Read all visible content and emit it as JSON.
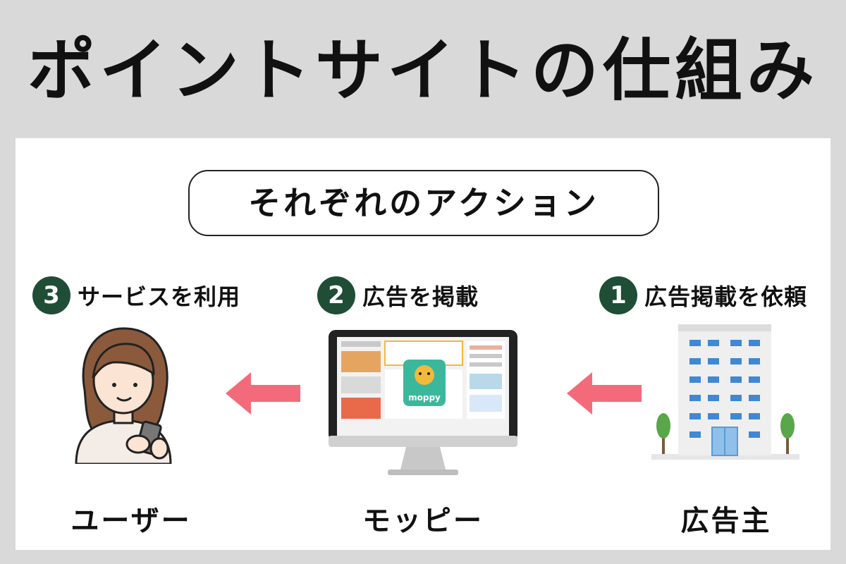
{
  "title": "ポイントサイトの仕組み",
  "subtitle": "それぞれのアクション",
  "steps": [
    {
      "number": "3",
      "label": "サービスを利用"
    },
    {
      "number": "2",
      "label": "広告を掲載"
    },
    {
      "number": "1",
      "label": "広告掲載を依頼"
    }
  ],
  "actors": {
    "user": "ユーザー",
    "site": "モッピー",
    "advertiser": "広告主"
  },
  "colors": {
    "step_badge": "#1f4d36",
    "arrow": "#f36b7a",
    "background": "#d9d9d9",
    "brand_green": "#3bb89c"
  }
}
